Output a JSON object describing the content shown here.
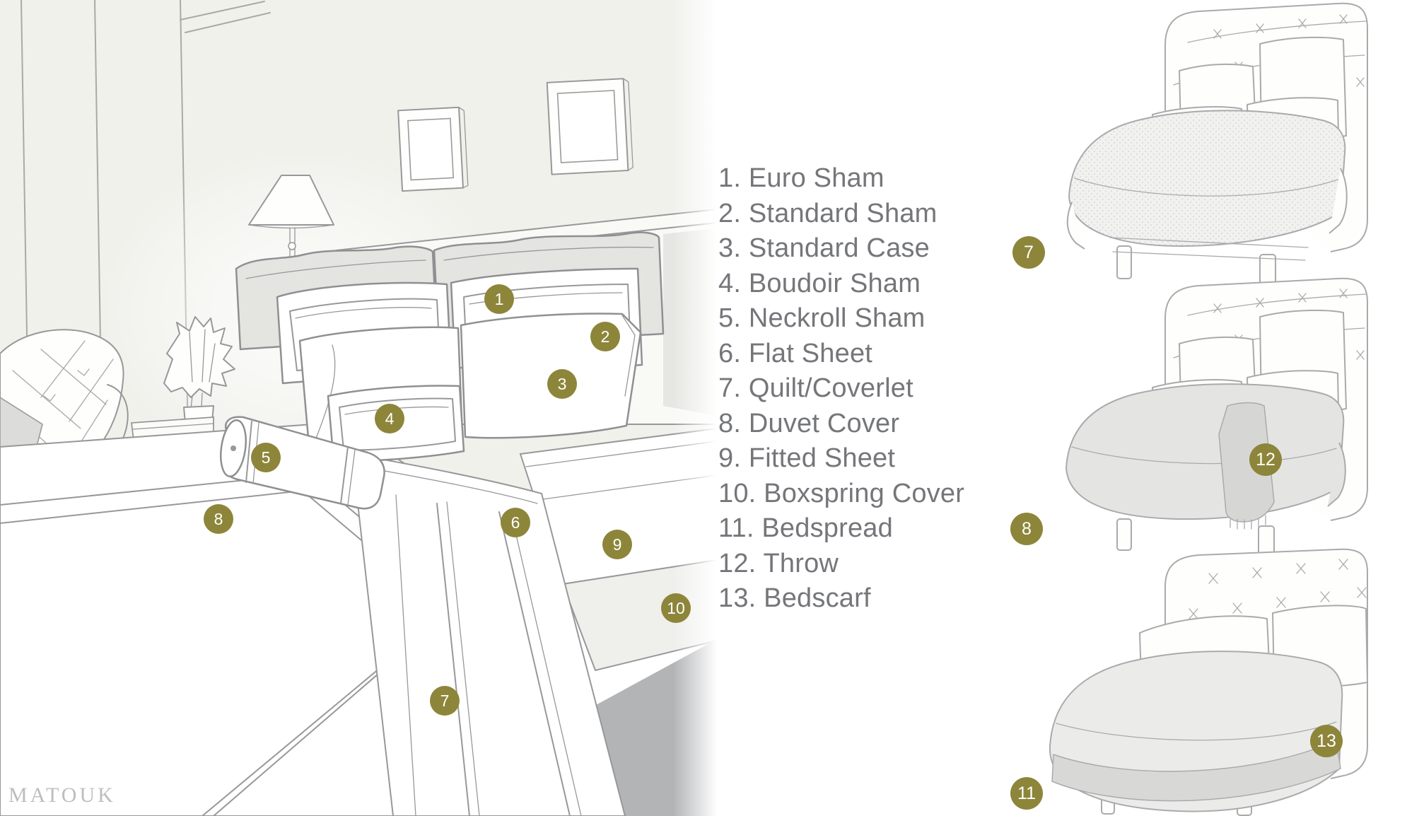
{
  "brand": {
    "wordmark": "MATOUK"
  },
  "legend": {
    "items": [
      "1. Euro Sham",
      "2. Standard Sham",
      "3. Standard Case",
      "4. Boudoir Sham",
      "5. Neckroll Sham",
      "6. Flat Sheet",
      "7. Quilt/Coverlet",
      "8. Duvet Cover",
      "9. Fitted Sheet",
      "10. Boxspring Cover",
      "11. Bedspread",
      "12. Throw",
      "13. Bedscarf"
    ]
  },
  "markers": {
    "scene": [
      "1",
      "2",
      "3",
      "4",
      "5",
      "6",
      "7",
      "8",
      "9",
      "10"
    ],
    "thumbnails": [
      "7",
      "12",
      "8",
      "13",
      "11"
    ]
  },
  "colors": {
    "badge": "#8d8539",
    "legend_text": "#75767a",
    "wall": "#f1f1ec",
    "floor": "#b3b4b6",
    "line": "#97989a",
    "thumb_line": "#a9aaac",
    "logo": "#bdbdbb"
  }
}
